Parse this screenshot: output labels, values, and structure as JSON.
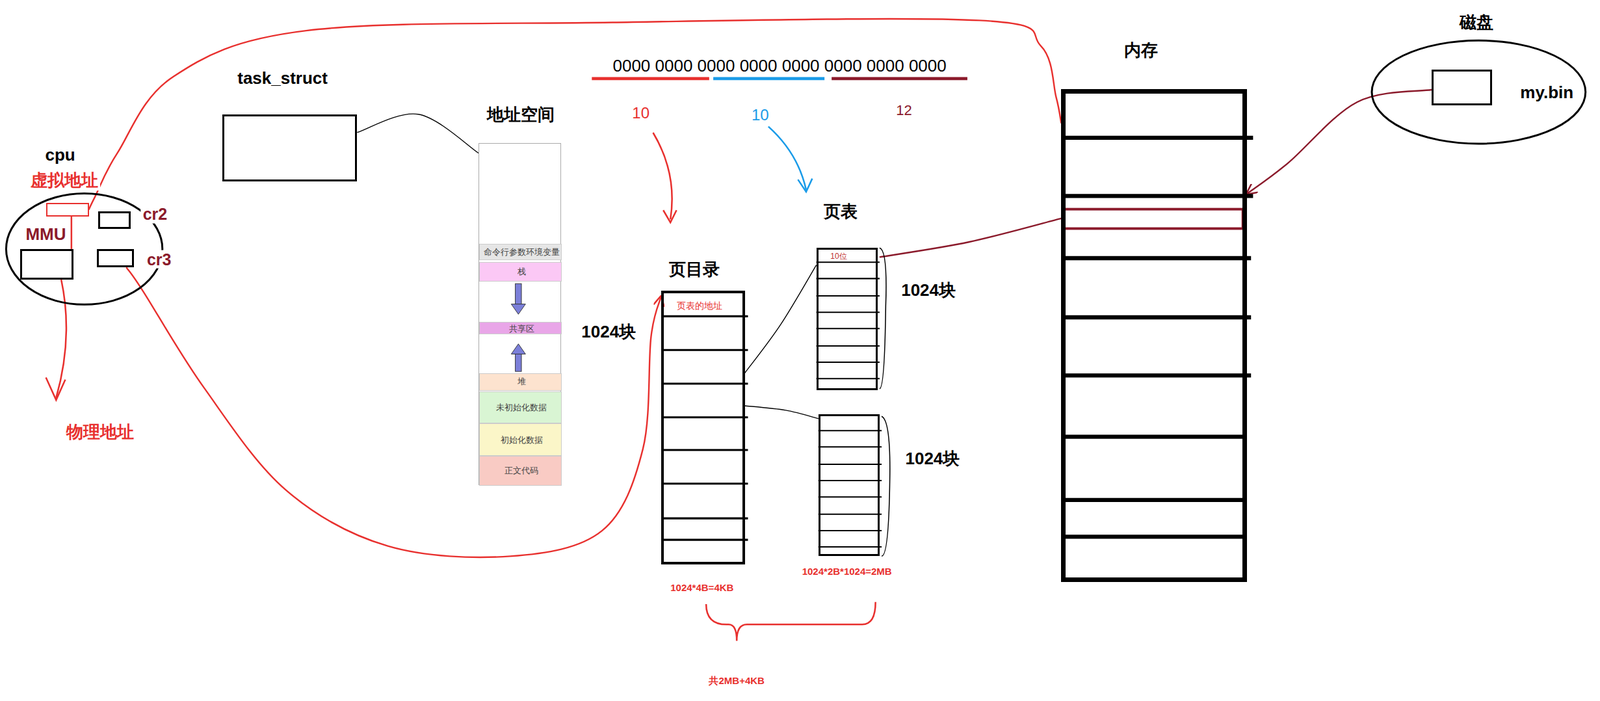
{
  "diagram": {
    "nodes": [
      {
        "text": [
          "cpu"
        ]
      },
      {
        "text": [
          "虚拟地址"
        ],
        "in": 0
      },
      {
        "text": [
          "MMU"
        ],
        "in": 0
      },
      {
        "text": [
          "cr2"
        ],
        "in": 0
      },
      {
        "text": [
          "cr3"
        ],
        "in": 0
      },
      {
        "text": [
          "task_struct"
        ]
      },
      {
        "text": [
          "地址空间"
        ]
      },
      {
        "text": [
          "命令行参数环境变量"
        ],
        "in": 6
      },
      {
        "text": [
          "栈"
        ],
        "in": 6
      },
      {
        "text": [
          "共享区"
        ],
        "in": 6
      },
      {
        "text": [
          "堆"
        ],
        "in": 6
      },
      {
        "text": [
          "未初始化数据"
        ],
        "in": 6
      },
      {
        "text": [
          "初始化数据"
        ],
        "in": 6
      },
      {
        "text": [
          "正文代码"
        ],
        "in": 6
      },
      {
        "text": [
          "页目录",
          "1024块"
        ]
      },
      {
        "text": [
          "页表的地址"
        ],
        "in": 14
      },
      {
        "text": [
          "页表",
          "1024块"
        ]
      },
      {
        "text": [
          "10位"
        ],
        "in": 16
      },
      {
        "text": [
          "1024块"
        ]
      },
      {
        "text": [
          "内存"
        ]
      },
      {
        "text": [
          "磁盘"
        ]
      },
      {
        "text": [
          "my.bin"
        ],
        "in": 20
      }
    ],
    "edges": [
      {
        "from": 1,
        "to": 19,
        "arrow": "none"
      },
      {
        "from": 4,
        "to": 14,
        "arrow": "to"
      },
      {
        "from": 14,
        "to": 16,
        "arrow": "none"
      },
      {
        "from": 14,
        "to": 18,
        "arrow": "none"
      },
      {
        "from": 17,
        "to": 19,
        "arrow": "none"
      },
      {
        "from": 21,
        "to": 19,
        "arrow": "to"
      },
      {
        "from": 5,
        "to": 6,
        "arrow": "none"
      }
    ],
    "labels": [
      "物理地址",
      "0000 0000 0000 0000 0000 0000 0000 0000",
      "10",
      "10",
      "12",
      "1024*4B=4KB",
      "1024*2B*1024=2MB",
      "共2MB+4KB"
    ]
  }
}
